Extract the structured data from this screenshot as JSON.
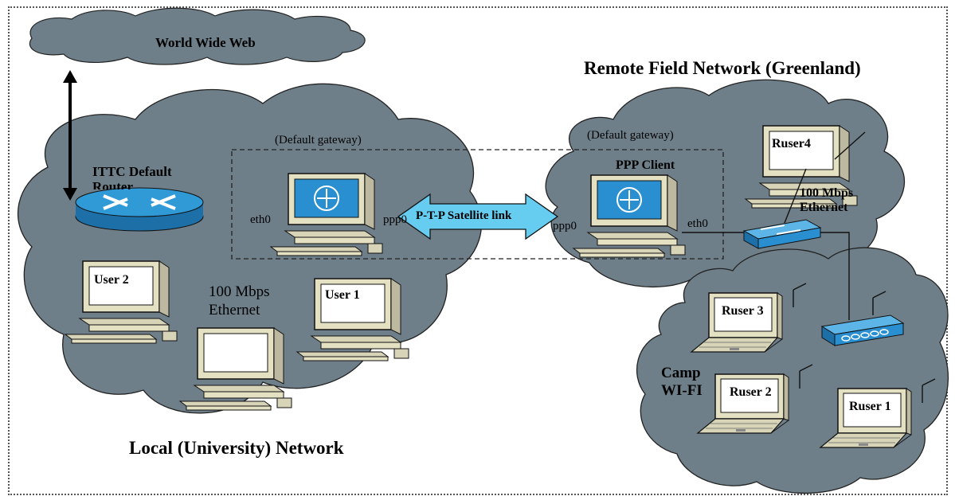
{
  "internet": {
    "label": "World Wide Web"
  },
  "local_network": {
    "title": "Local (University) Network",
    "router_label": "ITTC Default Router",
    "gateway_label": "(Default gateway)",
    "eth_label": "eth0",
    "ppp_label": "ppp0",
    "ethernet_label_line1": "100 Mbps",
    "ethernet_label_line2": "Ethernet",
    "users": [
      "User 2",
      "User 1"
    ]
  },
  "satellite_link": {
    "label": "P-T-P Satellite link"
  },
  "remote_network": {
    "title": "Remote Field Network (Greenland)",
    "gateway_label": "(Default gateway)",
    "client_label": "PPP Client",
    "ppp_label": "ppp0",
    "eth_label": "eth0",
    "ethernet_label_line1": "100 Mbps",
    "ethernet_label_line2": "Ethernet",
    "wifi_label_line1": "Camp",
    "wifi_label_line2": "WI-FI",
    "users": [
      "Ruser4",
      "Ruser 3",
      "Ruser 2",
      "Ruser 1"
    ]
  },
  "colors": {
    "cloud": "#6e7f89",
    "cloud_stroke": "#222222",
    "device_blue": "#2a8fd0",
    "link_arrow": "#66ccf0",
    "monitor": "#e5e2c4"
  }
}
